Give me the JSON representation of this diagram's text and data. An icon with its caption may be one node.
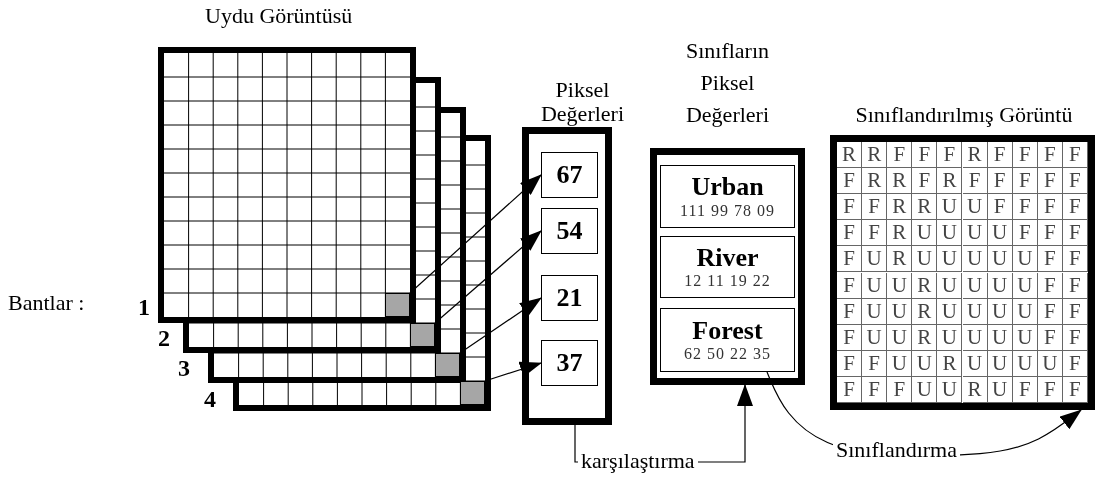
{
  "diagram": {
    "nodes": [
      {
        "text": [],
        "shape": "box"
      },
      {
        "text": [],
        "shape": "box"
      },
      {
        "text": [],
        "shape": "box"
      },
      {
        "text": [],
        "shape": "box"
      },
      {
        "text": [
          "Piksel Değerleri"
        ]
      },
      {
        "text": [
          "67"
        ],
        "in": 4
      },
      {
        "text": [
          "54"
        ],
        "in": 4
      },
      {
        "text": [
          "21"
        ],
        "in": 4
      },
      {
        "text": [
          "37"
        ],
        "in": 4
      },
      {
        "text": [
          "Sınıfların Piksel Değerleri"
        ]
      },
      {
        "text": [
          "Urban",
          "111 99 78 09"
        ],
        "in": 9
      },
      {
        "text": [
          "River",
          "12 11 19 22"
        ],
        "in": 9
      },
      {
        "text": [
          "Forest",
          "62 50 22 35"
        ],
        "in": 9
      },
      {
        "text": [
          "Sınıflandırılmış Görüntü"
        ]
      }
    ],
    "edges": [
      {
        "from": 0,
        "to": 5,
        "arrow": "to"
      },
      {
        "from": 1,
        "to": 6,
        "arrow": "to"
      },
      {
        "from": 2,
        "to": 7,
        "arrow": "to"
      },
      {
        "from": 3,
        "to": 8,
        "arrow": "to"
      },
      {
        "from": 4,
        "to": 9,
        "arrow": "to",
        "label": "karşılaştırma"
      },
      {
        "from": 12,
        "to": 13,
        "arrow": "to",
        "label": "Sınıflandırma"
      }
    ],
    "labels": [
      "Uydu Görüntüsü",
      "Bantlar :",
      "1",
      "2",
      "3",
      "4",
      "R",
      "R",
      "F",
      "F",
      "F",
      "R",
      "F",
      "F",
      "F",
      "F",
      "F",
      "R",
      "R",
      "F",
      "R",
      "F",
      "F",
      "F",
      "F",
      "F",
      "F",
      "F",
      "R",
      "R",
      "U",
      "U",
      "F",
      "F",
      "F",
      "F",
      "F",
      "F",
      "R",
      "U",
      "U",
      "U",
      "U",
      "F",
      "F",
      "F",
      "F",
      "U",
      "R",
      "U",
      "U",
      "U",
      "U",
      "U",
      "F",
      "F",
      "F",
      "U",
      "U",
      "R",
      "U",
      "U",
      "U",
      "U",
      "F",
      "F",
      "F",
      "U",
      "U",
      "R",
      "U",
      "U",
      "U",
      "U",
      "F",
      "F",
      "F",
      "U",
      "U",
      "R",
      "U",
      "U",
      "U",
      "U",
      "F",
      "F",
      "F",
      "F",
      "U",
      "U",
      "R",
      "U",
      "U",
      "U",
      "U",
      "F",
      "F",
      "F",
      "F",
      "U",
      "U",
      "R",
      "U",
      "F",
      "F",
      "F"
    ]
  }
}
